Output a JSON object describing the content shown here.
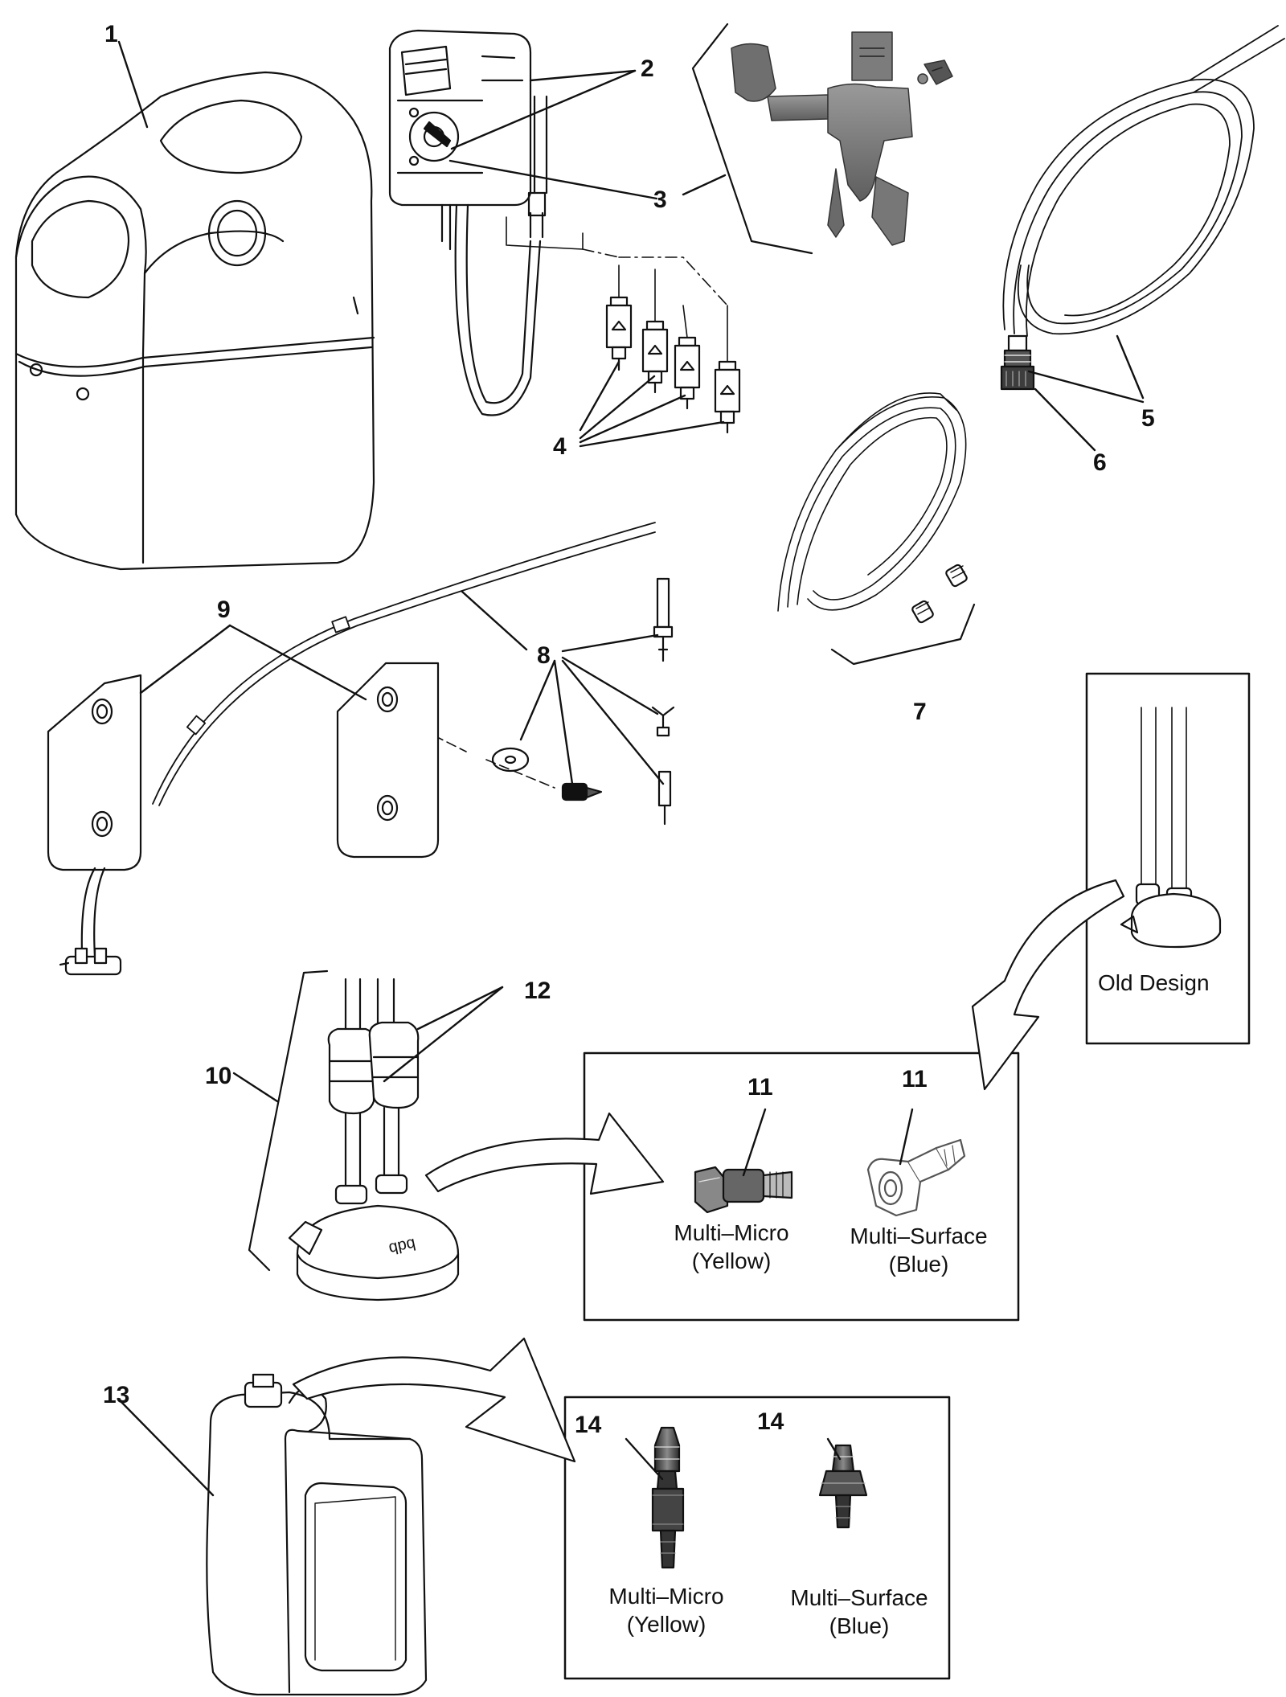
{
  "callouts": {
    "c1": "1",
    "c2": "2",
    "c3": "3",
    "c4": "4",
    "c5": "5",
    "c6": "6",
    "c7": "7",
    "c8": "8",
    "c9": "9",
    "c10": "10",
    "c11a": "11",
    "c11b": "11",
    "c12": "12",
    "c13": "13",
    "c14a": "14",
    "c14b": "14"
  },
  "captions": {
    "old_design": "Old Design",
    "micro_coupler_name": "Multi–Micro",
    "micro_coupler_color": "(Yellow)",
    "surface_coupler_name": "Multi–Surface",
    "surface_coupler_color": "(Blue)",
    "micro_plug_name": "Multi–Micro",
    "micro_plug_color": "(Yellow)",
    "surface_plug_name": "Multi–Surface",
    "surface_plug_color": "(Blue)"
  }
}
